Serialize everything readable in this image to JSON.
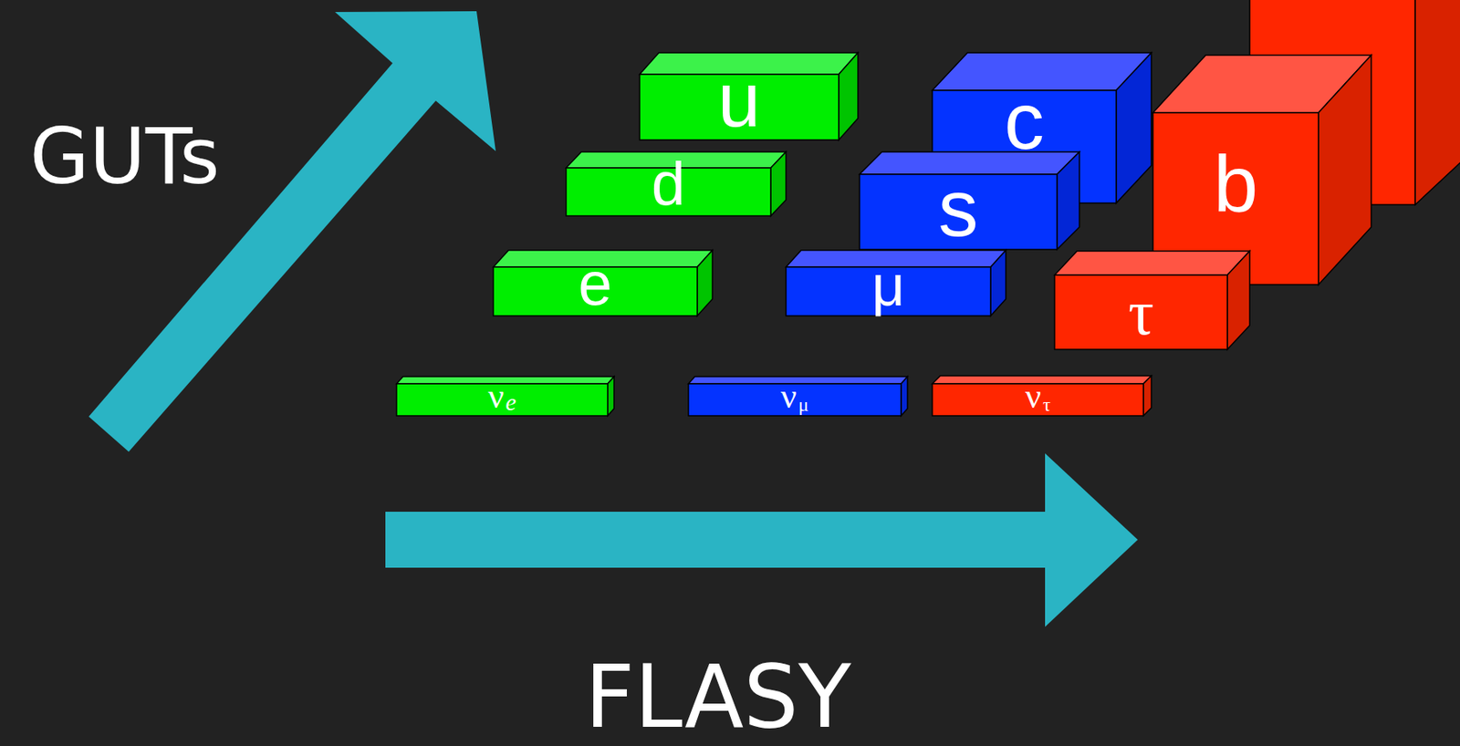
{
  "diagram": {
    "nodes": [
      {
        "text": [
          "u"
        ]
      },
      {
        "text": [
          "c"
        ]
      },
      {
        "text": [
          "d"
        ]
      },
      {
        "text": [
          "s"
        ]
      },
      {
        "text": [
          "b"
        ]
      },
      {
        "text": [
          "e"
        ]
      },
      {
        "text": [
          "μ"
        ]
      },
      {
        "text": [
          "τ"
        ]
      },
      {
        "text": [
          "ν",
          "e"
        ]
      },
      {
        "text": [
          "ν",
          "μ"
        ]
      },
      {
        "text": [
          "ν",
          "τ"
        ]
      }
    ],
    "labels": [
      "GUTs",
      "FLASY"
    ]
  }
}
